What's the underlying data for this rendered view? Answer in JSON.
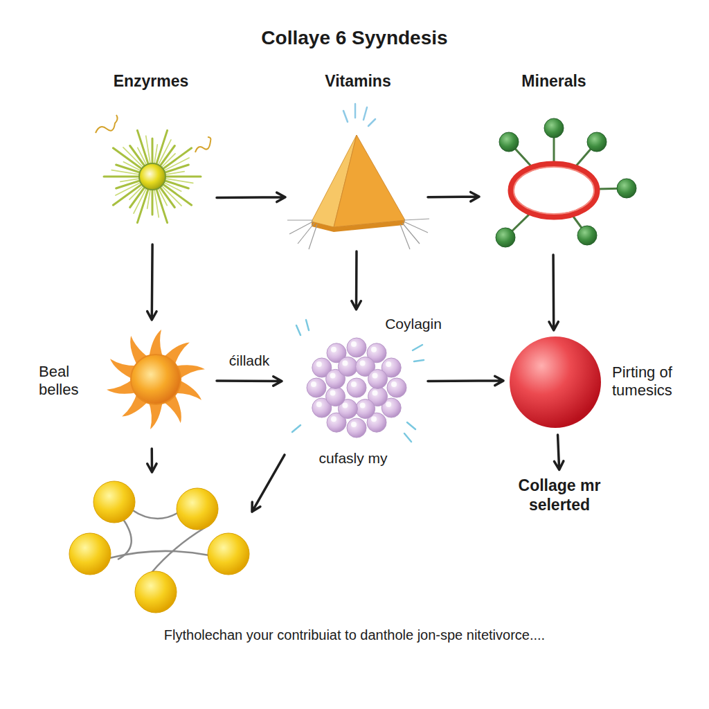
{
  "diagram": {
    "title": "Collaye 6 Syyndesis",
    "caption": "Flytholechan your contribuiat to danthole jon-spe nitetivorce....",
    "nodes": [
      {
        "text": [
          "Enzyrmes"
        ]
      },
      {
        "text": [
          "Vitamins"
        ]
      },
      {
        "text": [
          "Minerals"
        ]
      },
      {
        "text": [
          "Beal belles"
        ]
      },
      {
        "text": [
          "Coylagin",
          "cufasly my"
        ]
      },
      {
        "text": [
          "Pirting of tumesics"
        ]
      },
      {
        "text": [
          "Collage mr selerted"
        ]
      },
      {
        "text": []
      }
    ],
    "edges": [
      {
        "from": 0,
        "to": 1,
        "arrow": "to"
      },
      {
        "from": 1,
        "to": 2,
        "arrow": "to"
      },
      {
        "from": 0,
        "to": 3,
        "arrow": "to"
      },
      {
        "from": 1,
        "to": 4,
        "arrow": "to"
      },
      {
        "from": 2,
        "to": 5,
        "arrow": "to"
      },
      {
        "from": 3,
        "to": 4,
        "label": "ćilladk",
        "arrow": "to"
      },
      {
        "from": 4,
        "to": 5,
        "arrow": "to"
      },
      {
        "from": 3,
        "to": 7,
        "arrow": "to"
      },
      {
        "from": 4,
        "to": 7,
        "arrow": "to"
      },
      {
        "from": 5,
        "to": 6,
        "arrow": "to"
      }
    ]
  }
}
